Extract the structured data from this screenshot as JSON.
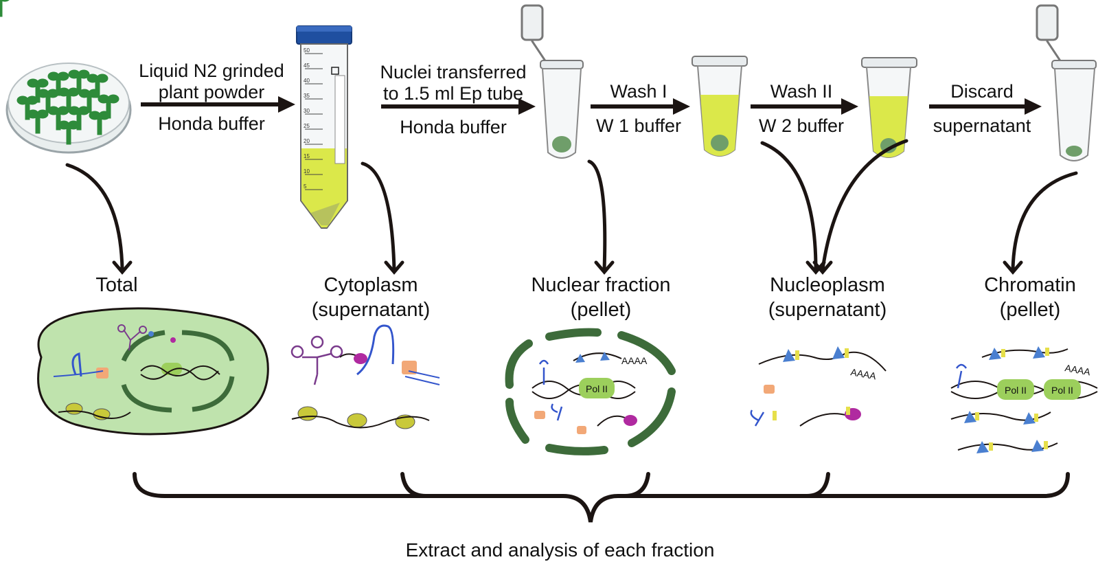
{
  "steps": [
    {
      "top": "Liquid N2 grinded",
      "top2": "plant powder",
      "bottom": "Honda buffer"
    },
    {
      "top": "Nuclei transferred",
      "top2": "to 1.5 ml Ep tube",
      "bottom": "Honda buffer"
    },
    {
      "top": "Wash I",
      "bottom": "W 1 buffer"
    },
    {
      "top": "Wash II",
      "bottom": "W 2 buffer"
    },
    {
      "top": "Discard",
      "bottom": "supernatant"
    }
  ],
  "tube_scale": [
    "50",
    "45",
    "40",
    "35",
    "30",
    "25",
    "20",
    "15",
    "10",
    "5"
  ],
  "fractions": [
    {
      "name": "Total",
      "sub": ""
    },
    {
      "name": "Cytoplasm",
      "sub": "(supernatant)"
    },
    {
      "name": "Nuclear fraction",
      "sub": "(pellet)"
    },
    {
      "name": "Nucleoplasm",
      "sub": "(supernatant)"
    },
    {
      "name": "Chromatin",
      "sub": "(pellet)"
    }
  ],
  "molecule_labels": {
    "polyA": "AAAA",
    "pol": "Pol II"
  },
  "footer": "Extract and analysis of each fraction",
  "colors": {
    "ink": "#1b1412",
    "leaf_green": "#2e8b3a",
    "cell_fill": "#bfe3ad",
    "membrane": "#3d6b3a",
    "liquid": "#dbe84a",
    "pellet": "#6f9e6a",
    "tube_cap": "#1f4fa0",
    "rna_blue": "#3355cc",
    "trna_purple": "#7a3b8c",
    "protein_orange": "#f2a877",
    "ribosome": "#c9c93a",
    "polII": "#9ccf5c",
    "nucleosome_blue": "#4a7fd0",
    "mark_yellow": "#e6df4a",
    "protein_magenta": "#b02aa0"
  }
}
